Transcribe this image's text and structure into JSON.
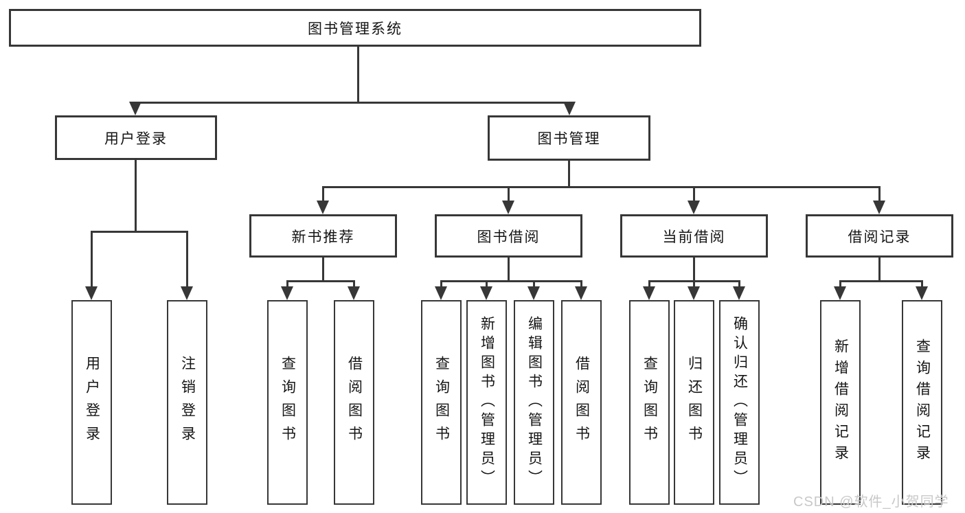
{
  "colors": {
    "line": "#373737",
    "box-border": "#373737",
    "text": "#151515",
    "watermark": "#c8c8c8",
    "bg": "#ffffff"
  },
  "tree": {
    "root": {
      "label": "图书管理系统"
    },
    "user_login": {
      "label": "用户登录",
      "children": [
        {
          "label": "用户登录"
        },
        {
          "label": "注销登录"
        }
      ]
    },
    "book_management": {
      "label": "图书管理",
      "children": [
        {
          "label": "新书推荐",
          "children": [
            {
              "label": "查询图书"
            },
            {
              "label": "借阅图书"
            }
          ]
        },
        {
          "label": "图书借阅",
          "children": [
            {
              "label": "查询图书"
            },
            {
              "label": "新增图书（管理员）"
            },
            {
              "label": "编辑图书（管理员）"
            },
            {
              "label": "借阅图书"
            }
          ]
        },
        {
          "label": "当前借阅",
          "children": [
            {
              "label": "查询图书"
            },
            {
              "label": "归还图书"
            },
            {
              "label": "确认归还（管理员）"
            }
          ]
        },
        {
          "label": "借阅记录",
          "children": [
            {
              "label": "新增借阅记录"
            },
            {
              "label": "查询借阅记录"
            }
          ]
        }
      ]
    }
  },
  "watermark": {
    "text": "CSDN @软件_小贺同学"
  }
}
